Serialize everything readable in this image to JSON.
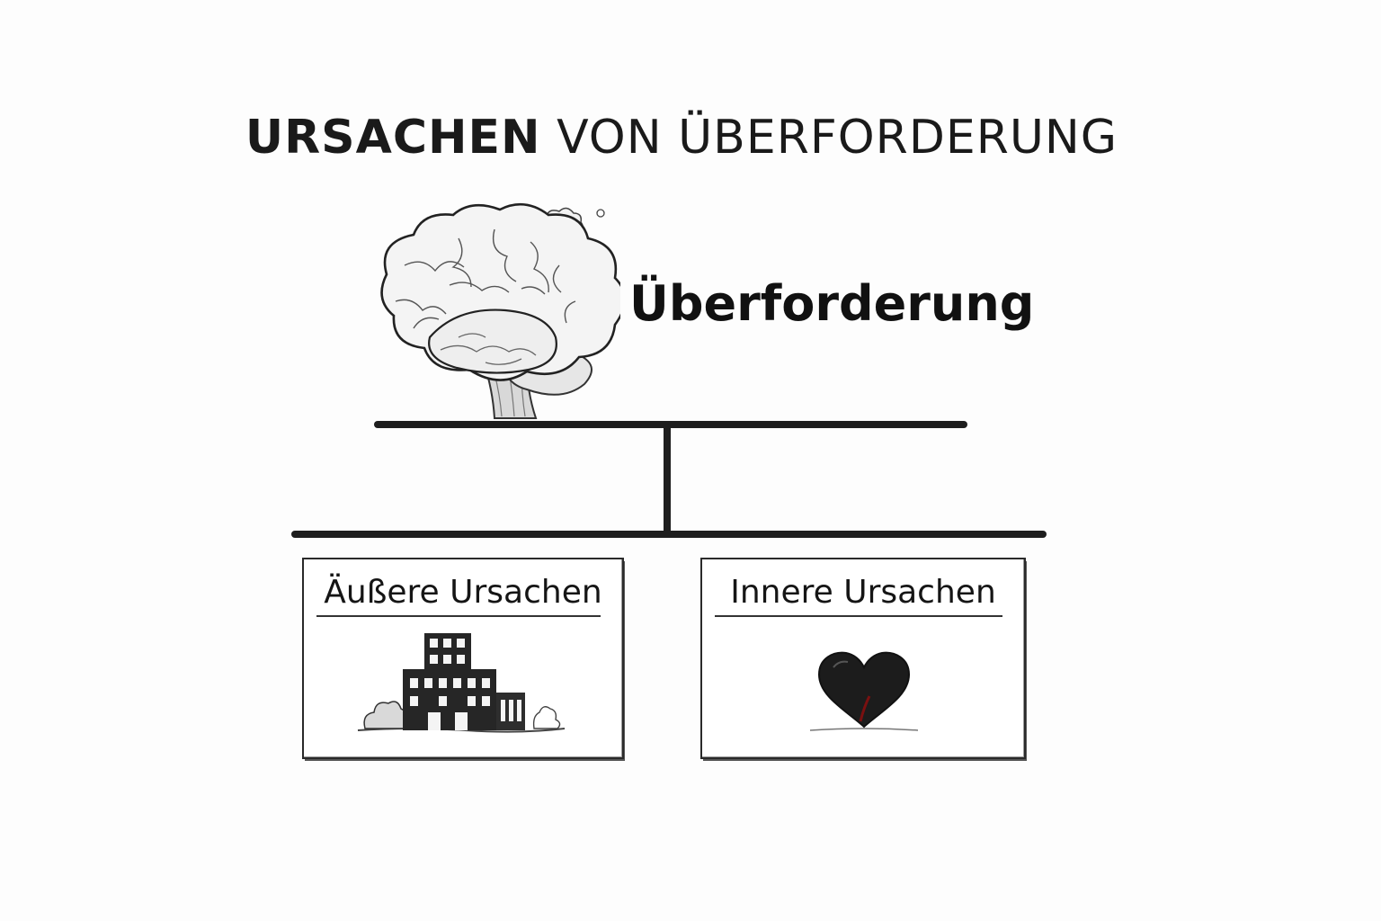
{
  "title": {
    "bold_part": "URSACHEN",
    "rest_part": "VON ÜBERFORDERUNG"
  },
  "root": {
    "label": "Überforderung",
    "icon": "brain-icon"
  },
  "branches": [
    {
      "label": "Äußere Ursachen",
      "icon": "building-icon"
    },
    {
      "label": "Innere Ursachen",
      "icon": "heart-icon"
    }
  ],
  "colors": {
    "ink": "#1a1a1a",
    "heart_accent": "#7a1010"
  }
}
